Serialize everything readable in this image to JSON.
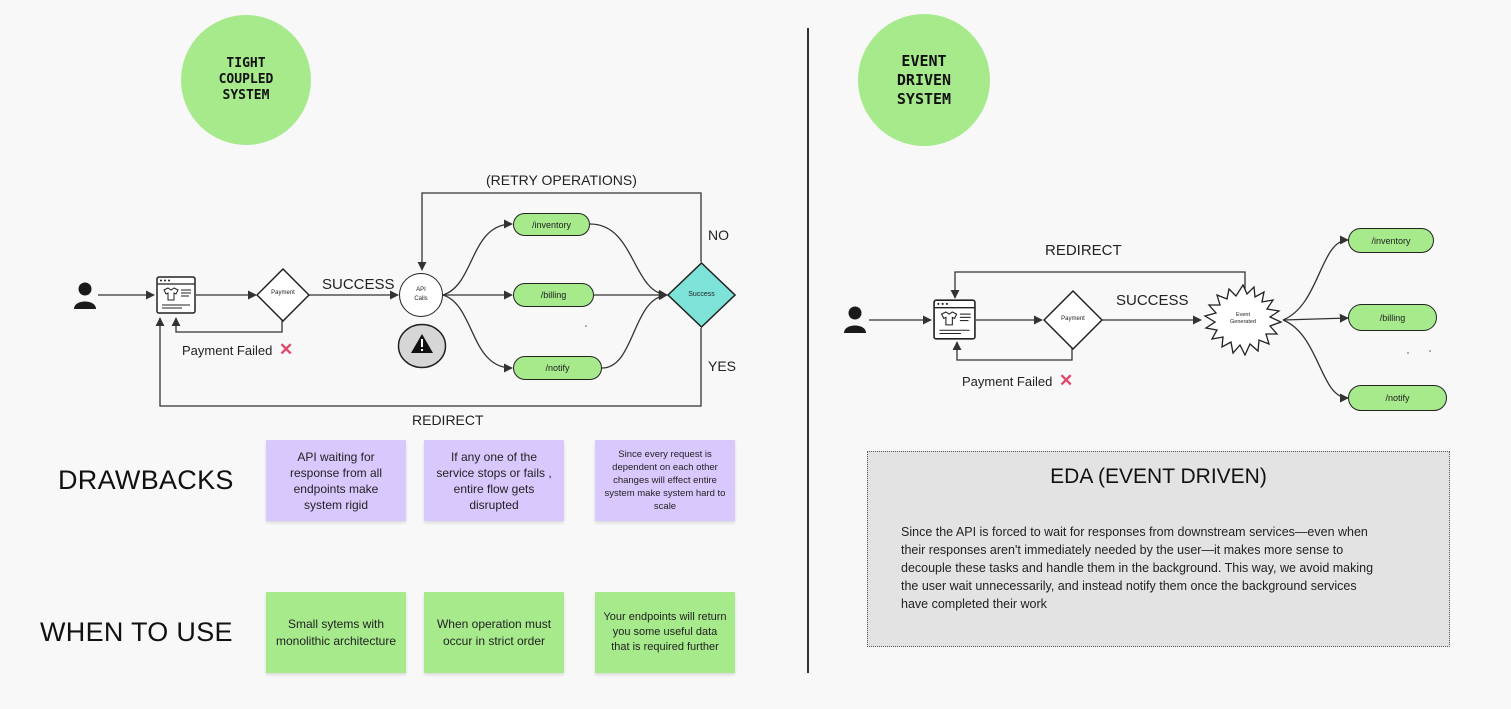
{
  "colors": {
    "accent_green": "#a6ea8c",
    "note_purple": "#d9c8fd",
    "success_cyan": "#7de3d8",
    "x_red": "#e0486b",
    "eda_bg": "#e3e3e3"
  },
  "left": {
    "title": "TIGHT\nCOUPLED\nSYSTEM",
    "labels": {
      "retry": "(RETRY OPERATIONS)",
      "no": "NO",
      "yes": "YES",
      "success": "SUCCESS",
      "payment": "Payment",
      "api_calls": "API\nCalls",
      "success_node": "Success",
      "payment_failed": "Payment Failed",
      "redirect": "REDIRECT"
    },
    "endpoints": [
      "/inventory",
      "/billing",
      "/notify"
    ],
    "icons": {
      "user": "user-icon",
      "browser": "browser-window-icon",
      "warning": "warning-icon",
      "fail": "x-icon"
    },
    "drawbacks_title": "DRAWBACKS",
    "drawbacks": [
      "API waiting for response from all endpoints make system rigid",
      "If any one of the service stops or fails , entire flow gets disrupted",
      "Since every request is dependent on each other changes will effect entire system make system hard to scale"
    ],
    "when_title": "WHEN TO USE",
    "when": [
      "Small sytems with monolithic architecture",
      "When operation must occur in strict order",
      "Your endpoints will return you some useful data that is required further"
    ]
  },
  "right": {
    "title": "EVENT\nDRIVEN\nSYSTEM",
    "labels": {
      "redirect": "REDIRECT",
      "success": "SUCCESS",
      "payment": "Payment",
      "event": "Event\nGenerated",
      "payment_failed": "Payment Failed"
    },
    "endpoints": [
      "/inventory",
      "/billing",
      "/notify"
    ],
    "eda_title": "EDA (EVENT DRIVEN)",
    "eda_text": "Since the API is forced to wait for responses from downstream services—even when their responses aren't immediately needed by the user—it makes more sense to decouple these tasks and handle them in the background. This way, we avoid making the user wait unnecessarily, and instead notify them once the background services have completed their work"
  }
}
